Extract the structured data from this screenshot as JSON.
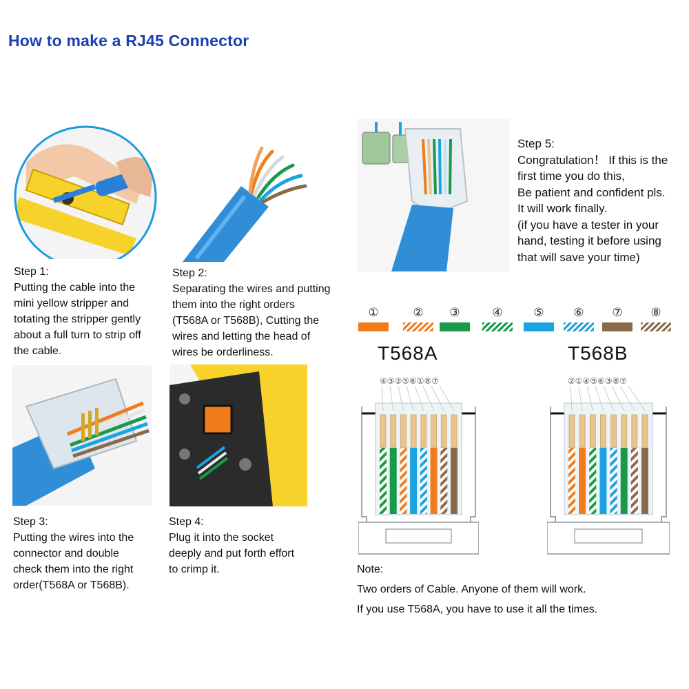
{
  "title": "How to make a RJ45 Connector",
  "steps": {
    "step1": {
      "heading": "Step 1:",
      "lines": [
        "Putting the cable into the",
        "mini yellow stripper and",
        "totating the stripper gently",
        "about a full turn to strip off",
        "the cable."
      ]
    },
    "step2": {
      "heading": "Step 2:",
      "lines": [
        "Separating the wires and putting",
        "them into the right orders",
        "(T568A or T568B), Cutting the",
        "wires and letting the head of",
        "wires be orderliness."
      ]
    },
    "step3": {
      "heading": "Step 3:",
      "lines": [
        "Putting the wires into the",
        "connector and double",
        "check them into the right",
        "order(T568A or T568B)."
      ]
    },
    "step4": {
      "heading": "Step 4:",
      "lines": [
        "Plug it into the socket",
        "deeply and put forth effort",
        "to crimp it."
      ]
    },
    "step5": {
      "heading": "Step 5:",
      "lines": [
        "Congratulation！ If this is the",
        "first time you do this,",
        "Be patient and confident pls.",
        "It will work finally.",
        "(if you have a tester in your",
        "hand, testing it before using",
        "that will save your time)"
      ]
    }
  },
  "legend": [
    {
      "num": "①",
      "color": "#f07c1e",
      "striped": false
    },
    {
      "num": "②",
      "color": "#f07c1e",
      "striped": true
    },
    {
      "num": "③",
      "color": "#1a9a48",
      "striped": false
    },
    {
      "num": "④",
      "color": "#1a9a48",
      "striped": true
    },
    {
      "num": "⑤",
      "color": "#1aa3e0",
      "striped": false
    },
    {
      "num": "⑥",
      "color": "#1aa3e0",
      "striped": true
    },
    {
      "num": "⑦",
      "color": "#8b6a4b",
      "striped": false
    },
    {
      "num": "⑧",
      "color": "#8b6a4b",
      "striped": true
    }
  ],
  "standards": {
    "a": {
      "label": "T568A",
      "pin_order": "④③②⑤⑥①⑧⑦",
      "wires": [
        4,
        3,
        2,
        5,
        6,
        1,
        8,
        7
      ]
    },
    "b": {
      "label": "T568B",
      "pin_order": "②①④⑤⑥③⑧⑦",
      "wires": [
        2,
        1,
        4,
        5,
        6,
        3,
        8,
        7
      ]
    }
  },
  "note": {
    "heading": "Note:",
    "lines": [
      "Two orders of Cable. Anyone of them will work.",
      "If you use T568A, you have to use it all the times."
    ]
  }
}
